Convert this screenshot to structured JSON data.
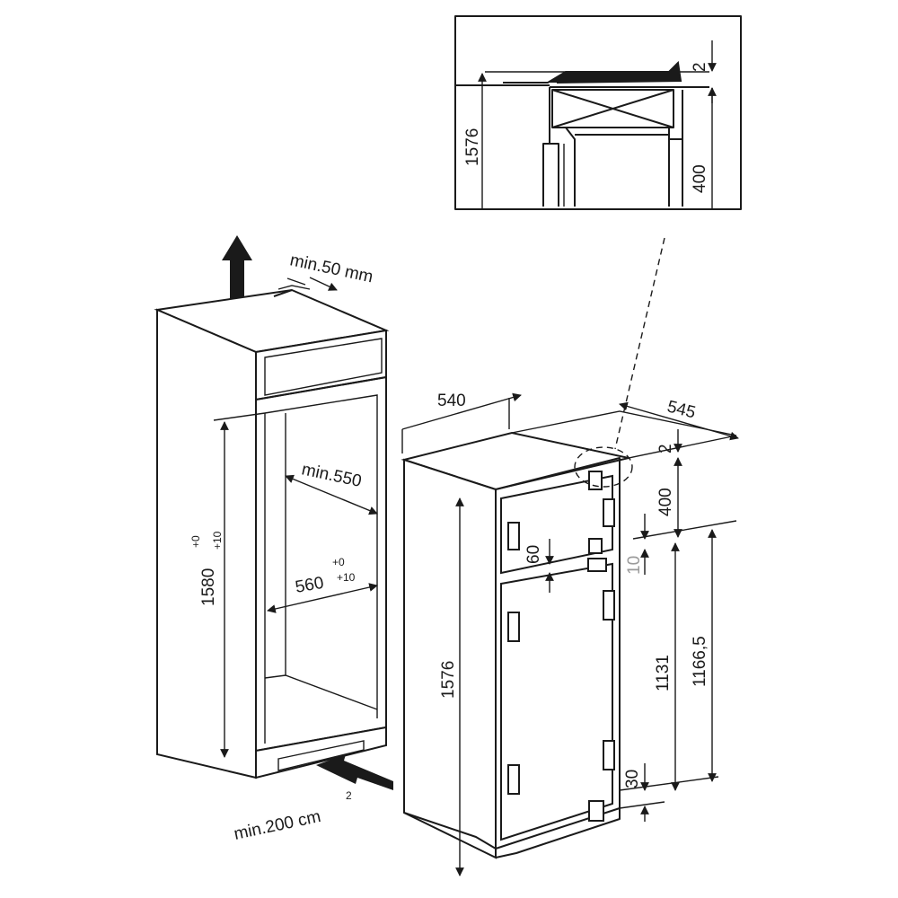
{
  "detail": {
    "height": "1576",
    "gap": "2",
    "depth": "400"
  },
  "niche": {
    "vent_top": "min.50 mm",
    "height": "1580",
    "height_tol_upper": "+0",
    "height_tol_lower": "+10",
    "depth": "min.550",
    "width": "560",
    "width_tol_upper": "+0",
    "width_tol_lower": "+10",
    "vent_bottom": "min.200 cm",
    "vent_bottom_unit_sup": "2"
  },
  "appliance": {
    "width": "540",
    "depth": "545",
    "top_gap": "2",
    "upper_door": "400",
    "door_gap": "60",
    "door_spacing": "10",
    "height": "1576",
    "lower_door": "1131",
    "lower_total": "1166,5",
    "bottom_gap": "30"
  }
}
